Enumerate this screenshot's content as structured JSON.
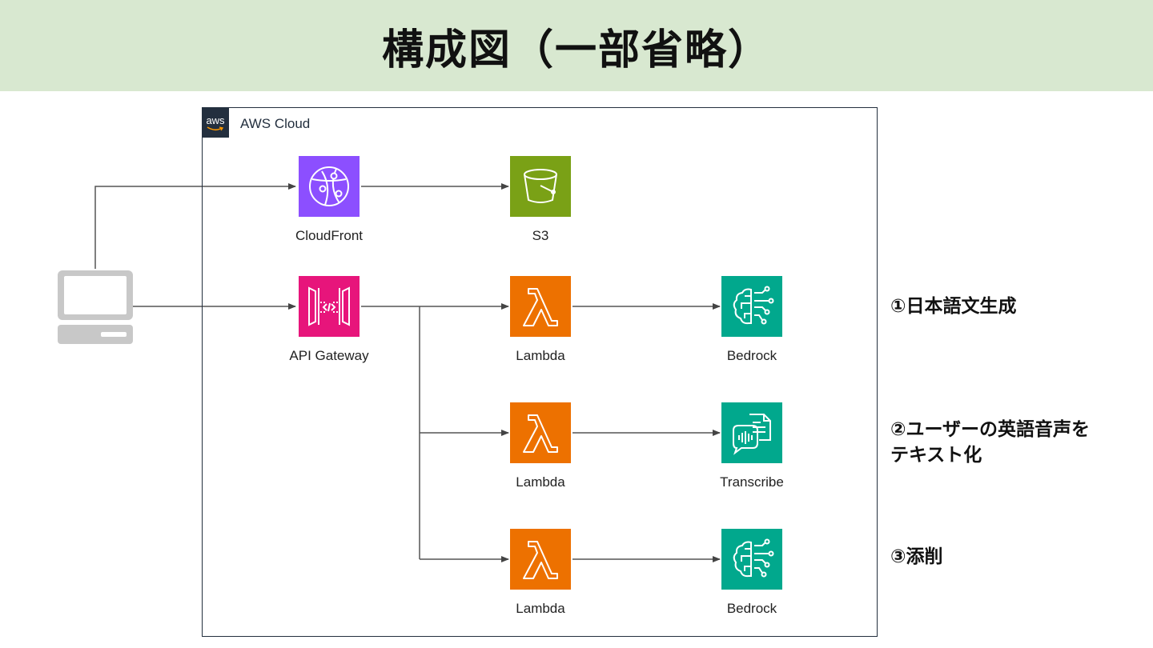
{
  "title": "構成図（一部省略）",
  "cloud": {
    "label": "AWS Cloud",
    "badge": "aws"
  },
  "services": {
    "cloudfront": "CloudFront",
    "s3": "S3",
    "api_gateway": "API Gateway",
    "lambda_1": "Lambda",
    "lambda_2": "Lambda",
    "lambda_3": "Lambda",
    "bedrock_1": "Bedrock",
    "transcribe": "Transcribe",
    "bedrock_2": "Bedrock"
  },
  "notes": {
    "step1": "①日本語文生成",
    "step2_line1": "②ユーザーの英語音声を",
    "step2_line2": "テキスト化",
    "step3": "③添削"
  },
  "colors": {
    "header_bg": "#d8e8d0",
    "cloudfront": "#8c4fff",
    "s3": "#7aa116",
    "api_gateway": "#e7157b",
    "lambda": "#ed7100",
    "ml": "#01a88d",
    "aws_dark": "#232f3e"
  },
  "icons": {
    "client": "desktop-computer-icon",
    "cloudfront": "cloudfront-icon",
    "s3": "s3-bucket-icon",
    "api_gateway": "api-gateway-icon",
    "lambda": "lambda-icon",
    "bedrock": "bedrock-brain-icon",
    "transcribe": "transcribe-icon"
  }
}
